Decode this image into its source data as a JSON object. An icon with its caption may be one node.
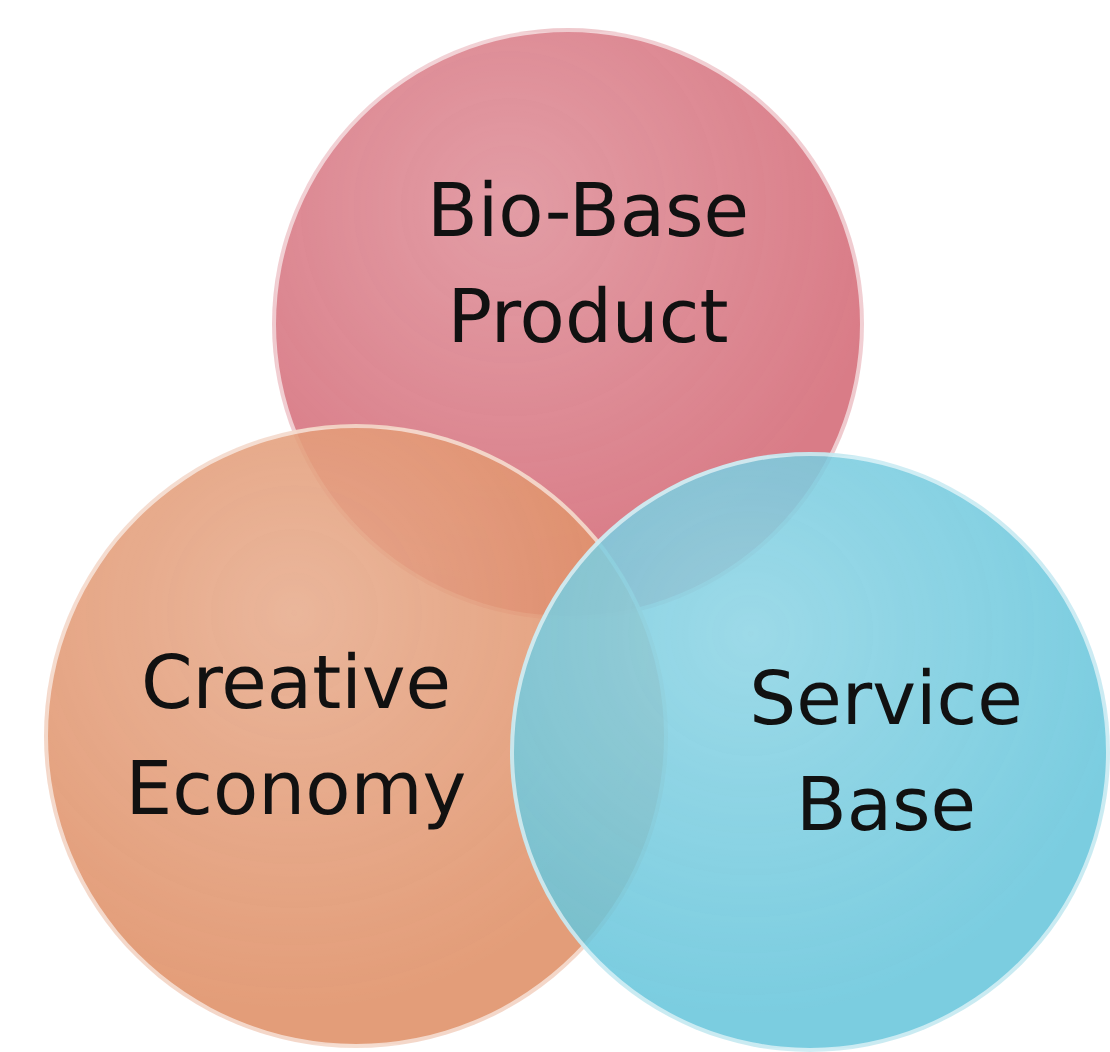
{
  "diagram": {
    "nodes": [
      {
        "text": [
          "Bio-Base Product"
        ]
      },
      {
        "text": [
          "Creative Economy"
        ]
      },
      {
        "text": [
          "Service Base"
        ]
      }
    ]
  }
}
